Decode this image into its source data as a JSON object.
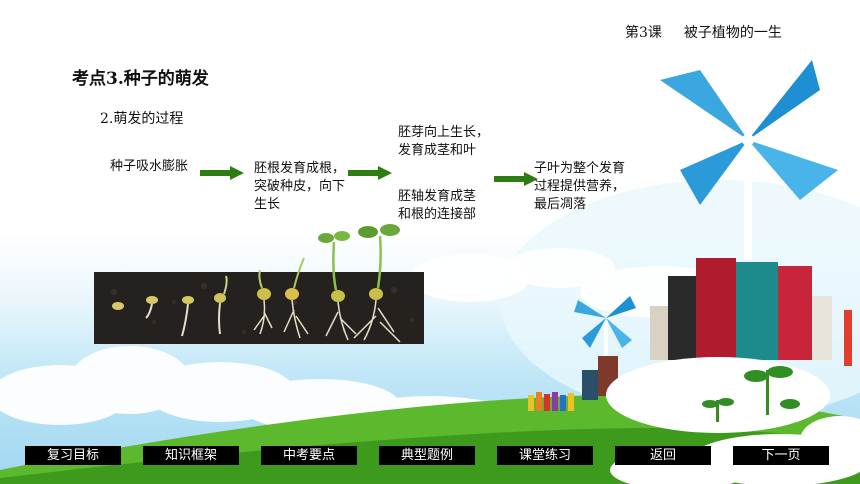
{
  "header": {
    "lesson": "第3课",
    "title": "被子植物的一生"
  },
  "section_title": "考点3.种子的萌发",
  "subsection_title": "2.萌发的过程",
  "steps": {
    "step1": "种子吸水膨胀",
    "step2": "胚根发育成根，\n突破种皮，向下\n生长",
    "step3a": "胚芽向上生长，\n发育成茎和叶",
    "step3b": "胚轴发育成茎\n和根的连接部",
    "step4": "子叶为整个发育\n过程提供营养，\n最后凋落"
  },
  "colors": {
    "arrow": "#2e7d12",
    "nav_bg": "#000000",
    "nav_text": "#ffffff"
  },
  "nav": {
    "review": "复习目标",
    "framework": "知识框架",
    "key_points": "中考要点",
    "examples": "典型题例",
    "practice": "课堂练习",
    "back": "返回",
    "next": "下一页"
  },
  "icons": [
    "arrow-right-icon",
    "pinwheel-icon",
    "book-stack-icon",
    "seedling-icon"
  ]
}
